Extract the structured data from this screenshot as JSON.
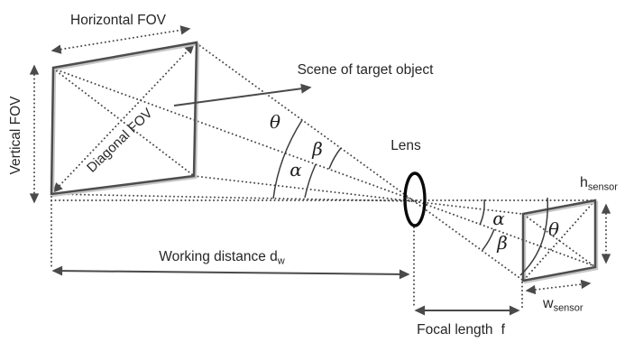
{
  "diagram": {
    "description": "Camera field-of-view geometry diagram",
    "colors": {
      "line": "#474747",
      "arc": "#3c3c3c",
      "text": "#262626",
      "arrowhead": "#4a4a4a"
    },
    "labels": {
      "horizontal_fov": "Horizontal FOV",
      "vertical_fov": "Vertical FOV",
      "diagonal_fov": "Diagonal FOV",
      "scene_of_target": "Scene of target object",
      "lens": "Lens",
      "theta": "θ",
      "beta": "β",
      "alpha": "α",
      "working_distance": "Working distance d",
      "working_distance_sub": "w",
      "focal_length": "Focal length",
      "focal_length_var": "f",
      "h_sensor": "h",
      "h_sensor_sub": "sensor",
      "w_sensor": "w",
      "w_sensor_sub": "sensor"
    }
  }
}
